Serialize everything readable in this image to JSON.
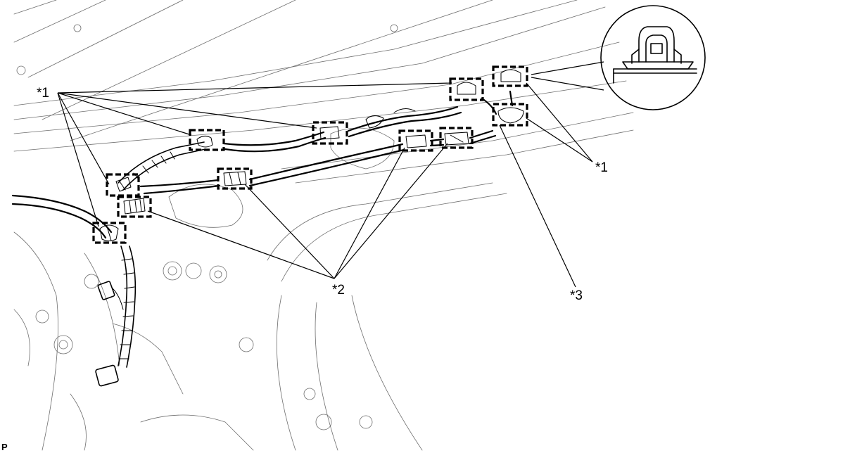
{
  "diagram": {
    "callouts": {
      "clip": "*1",
      "clamp": "*2",
      "clip_detail": "*3"
    },
    "corner_code": "P",
    "icons": {
      "clip_box": "clip-dashed-box",
      "clamp_box": "clamp-dashed-box",
      "detail": "clip-detail-magnifier"
    },
    "colors": {
      "line": "#000000",
      "background": "#ffffff"
    }
  }
}
